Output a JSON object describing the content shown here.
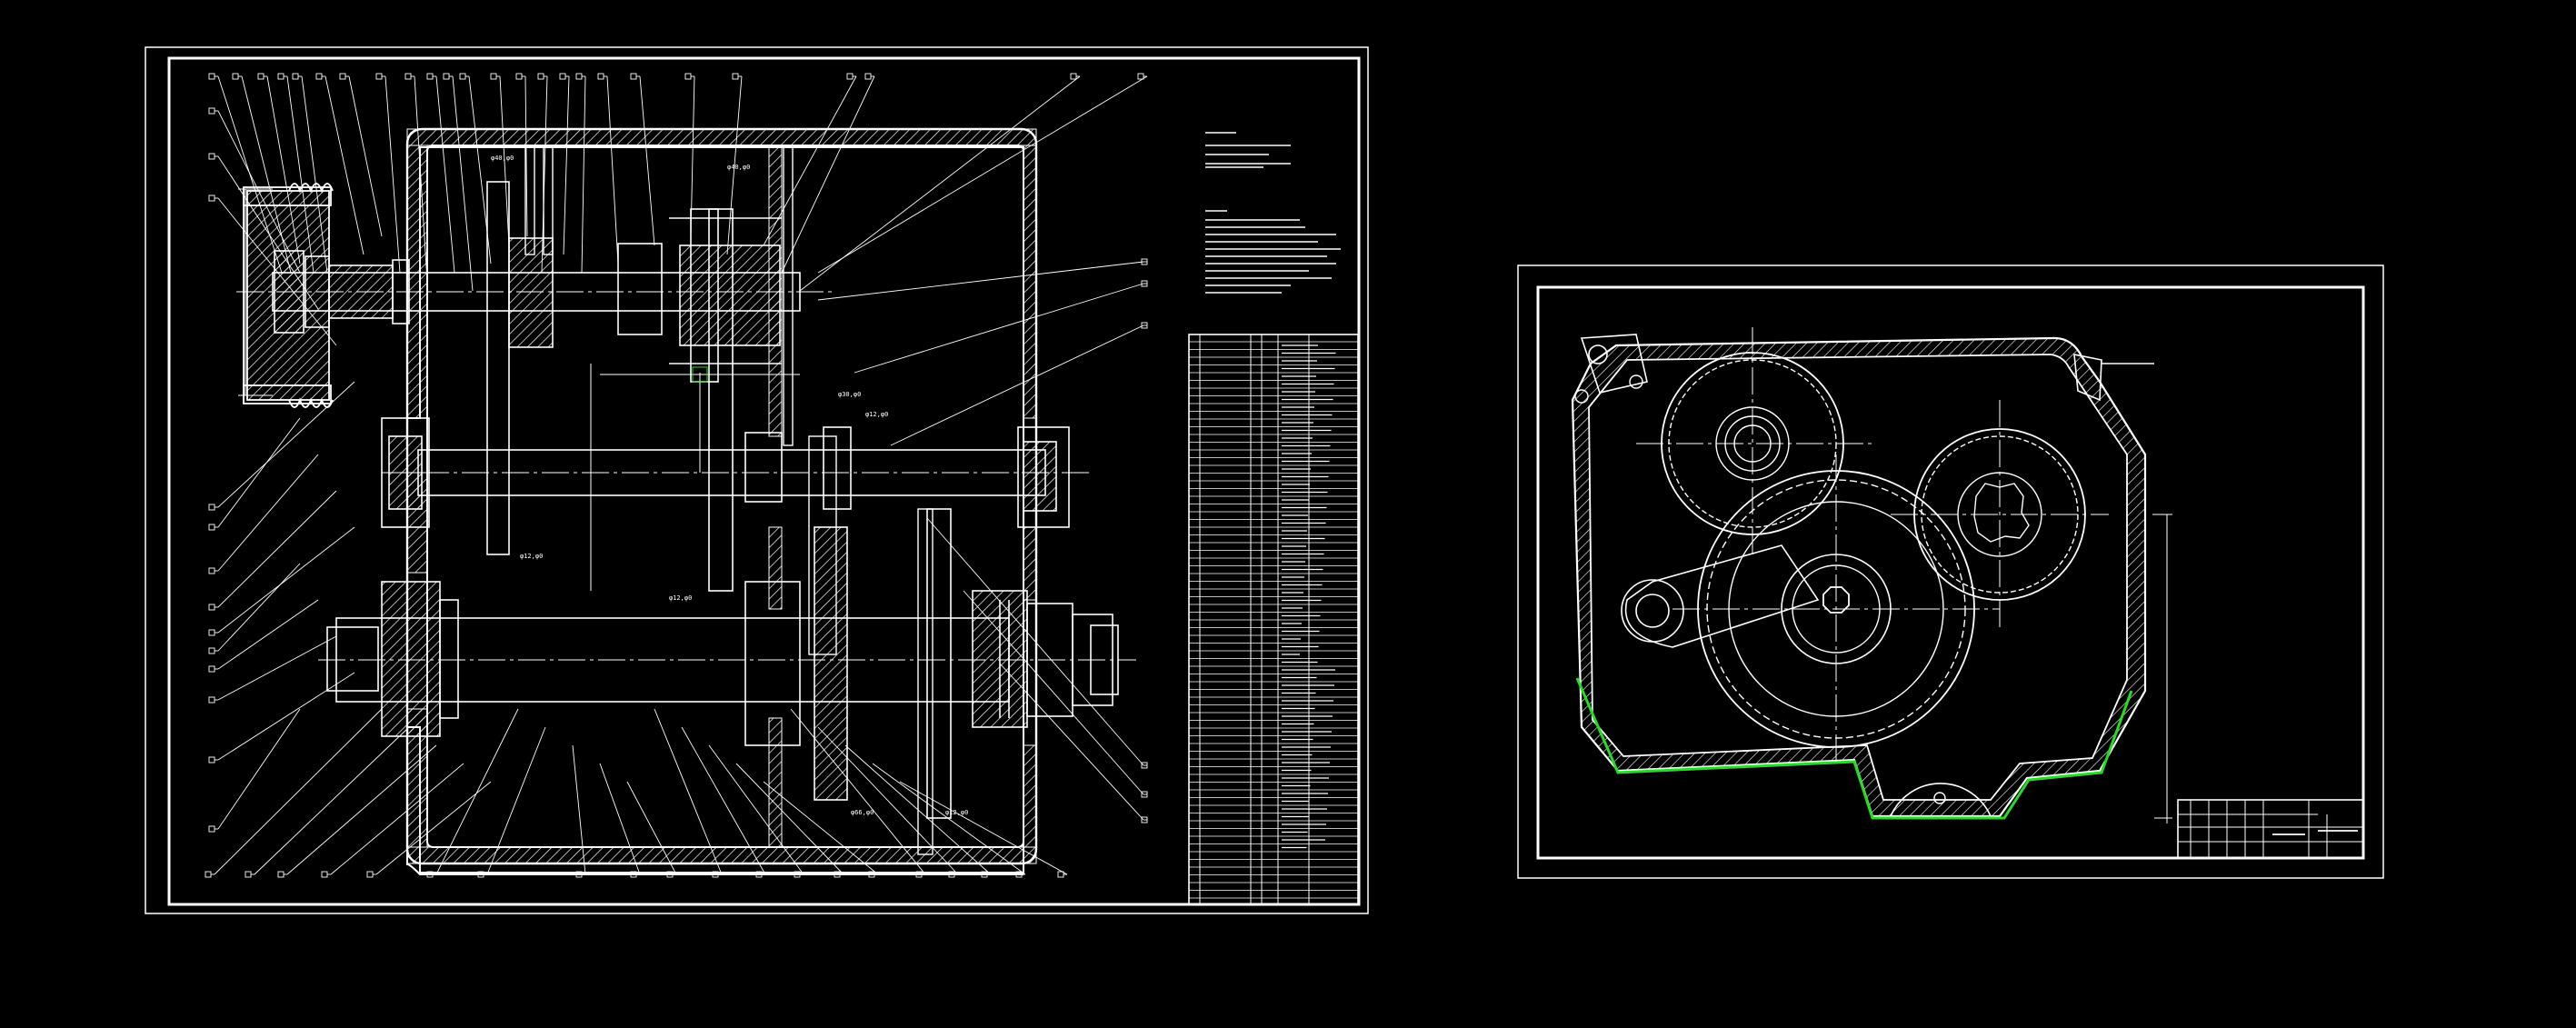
{
  "viewport": {
    "background": "#000000",
    "line_color": "#ffffff",
    "highlight_color": "#22dd22"
  },
  "sheet1": {
    "dim_labels": [
      "φ40,φ0",
      "φ40,φ0",
      "φ30,φ0",
      "φ12,φ0",
      "φ12,φ0",
      "φ12,φ0",
      "φ66,φ0",
      "φ12,φ0"
    ]
  }
}
